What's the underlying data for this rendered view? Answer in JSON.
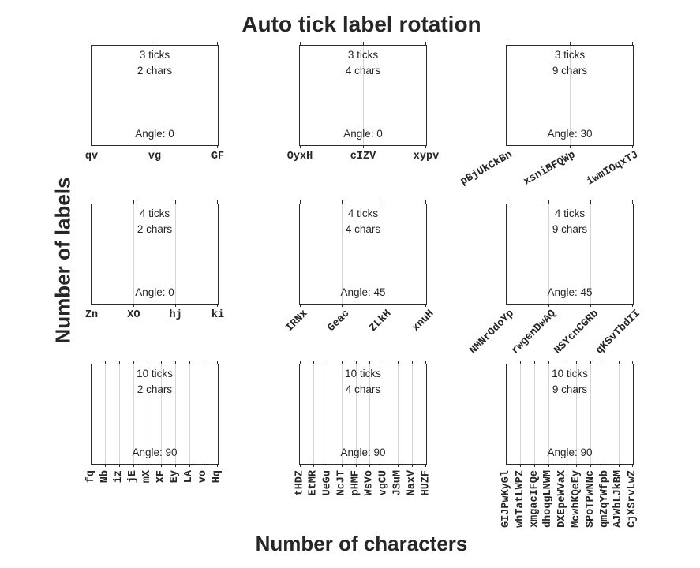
{
  "title": "Auto tick label rotation",
  "xlabel": "Number of characters",
  "ylabel": "Number of labels",
  "colors": {
    "background": "#ffffff",
    "text": "#262626",
    "axis": "#2b2b2b",
    "grid": "#d6d6d6"
  },
  "chart_data": [
    {
      "type": "line",
      "row": 1,
      "col": 1,
      "n_ticks": 3,
      "n_chars": 2,
      "x_tick_rotation": 0,
      "grid": "vertical",
      "series": [],
      "labels": {
        "ticks": "3 ticks",
        "chars": "2 chars",
        "angle": "Angle: 0"
      },
      "x_tick_labels": [
        "qv",
        "vg",
        "GF"
      ]
    },
    {
      "type": "line",
      "row": 1,
      "col": 2,
      "n_ticks": 3,
      "n_chars": 4,
      "x_tick_rotation": 0,
      "grid": "vertical",
      "series": [],
      "labels": {
        "ticks": "3 ticks",
        "chars": "4 chars",
        "angle": "Angle: 0"
      },
      "x_tick_labels": [
        "OyxH",
        "cIZV",
        "xypv"
      ]
    },
    {
      "type": "line",
      "row": 1,
      "col": 3,
      "n_ticks": 3,
      "n_chars": 9,
      "x_tick_rotation": 30,
      "grid": "vertical",
      "series": [],
      "labels": {
        "ticks": "3 ticks",
        "chars": "9 chars",
        "angle": "Angle: 30"
      },
      "x_tick_labels": [
        "pBjUkCkBn",
        "xsniBFQWp",
        "iwmIOqxTJ"
      ]
    },
    {
      "type": "line",
      "row": 2,
      "col": 1,
      "n_ticks": 4,
      "n_chars": 2,
      "x_tick_rotation": 0,
      "grid": "vertical",
      "series": [],
      "labels": {
        "ticks": "4 ticks",
        "chars": "2 chars",
        "angle": "Angle: 0"
      },
      "x_tick_labels": [
        "Zn",
        "XO",
        "hj",
        "ki"
      ]
    },
    {
      "type": "line",
      "row": 2,
      "col": 2,
      "n_ticks": 4,
      "n_chars": 4,
      "x_tick_rotation": 45,
      "grid": "vertical",
      "series": [],
      "labels": {
        "ticks": "4 ticks",
        "chars": "4 chars",
        "angle": "Angle: 45"
      },
      "x_tick_labels": [
        "IRNx",
        "Geac",
        "ZLkH",
        "xnuH"
      ]
    },
    {
      "type": "line",
      "row": 2,
      "col": 3,
      "n_ticks": 4,
      "n_chars": 9,
      "x_tick_rotation": 45,
      "grid": "vertical",
      "series": [],
      "labels": {
        "ticks": "4 ticks",
        "chars": "9 chars",
        "angle": "Angle: 45"
      },
      "x_tick_labels": [
        "NMNrOdoYp",
        "rwgenDwAQ",
        "NSYcnCGRb",
        "qKSvTbdII"
      ]
    },
    {
      "type": "line",
      "row": 3,
      "col": 1,
      "n_ticks": 10,
      "n_chars": 2,
      "x_tick_rotation": 90,
      "grid": "vertical",
      "series": [],
      "labels": {
        "ticks": "10 ticks",
        "chars": "2 chars",
        "angle": "Angle: 90"
      },
      "x_tick_labels": [
        "fq",
        "Nb",
        "iz",
        "jE",
        "mX",
        "XF",
        "Ey",
        "LA",
        "vo",
        "Hq"
      ]
    },
    {
      "type": "line",
      "row": 3,
      "col": 2,
      "n_ticks": 10,
      "n_chars": 4,
      "x_tick_rotation": 90,
      "grid": "vertical",
      "series": [],
      "labels": {
        "ticks": "10 ticks",
        "chars": "4 chars",
        "angle": "Angle: 90"
      },
      "x_tick_labels": [
        "tHDZ",
        "EtMR",
        "UeGu",
        "NcJT",
        "pHMF",
        "WsVo",
        "vgCU",
        "JSuM",
        "NaxV",
        "HUZF"
      ]
    },
    {
      "type": "line",
      "row": 3,
      "col": 3,
      "n_ticks": 10,
      "n_chars": 9,
      "x_tick_rotation": 90,
      "grid": "vertical",
      "series": [],
      "labels": {
        "ticks": "10 ticks",
        "chars": "9 chars",
        "angle": "Angle: 90"
      },
      "x_tick_labels": [
        "GIJPwKyGl",
        "whTatLWPZ",
        "xmgacIFQe",
        "dhoqgLNWM",
        "DXEpeWVaX",
        "McwhKQeEy",
        "SPoTPwNNc",
        "qmZqYWfpb",
        "AJWbLJkBM",
        "CjXSrvLwZ"
      ]
    }
  ]
}
